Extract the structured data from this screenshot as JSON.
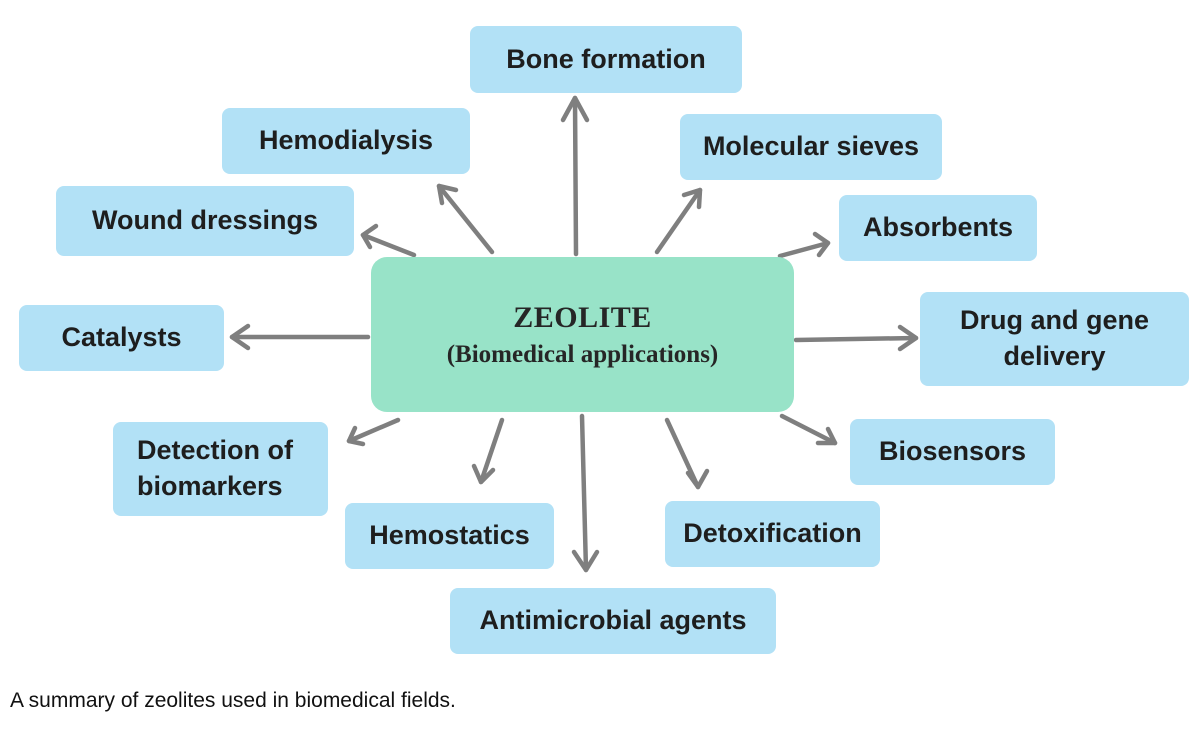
{
  "diagram": {
    "center": {
      "title": "ZEOLITE",
      "subtitle": "(Biomedical applications)"
    },
    "applications": {
      "bone_formation": "Bone formation",
      "hemodialysis": "Hemodialysis",
      "molecular_sieves": "Molecular sieves",
      "wound_dressings": "Wound dressings",
      "absorbents": "Absorbents",
      "catalysts": "Catalysts",
      "drug_and_gene_delivery": "Drug and gene delivery",
      "detection_of_biomarkers": "Detection of biomarkers",
      "biosensors": "Biosensors",
      "hemostatics": "Hemostatics",
      "detoxification": "Detoxification",
      "antimicrobial_agents": "Antimicrobial agents"
    },
    "colors": {
      "application_box": "#b2e1f6",
      "center_box": "#98e3c8",
      "arrow": "#7f7f7f",
      "text": "#1e1e1e"
    }
  },
  "caption": "A summary of zeolites used in biomedical fields."
}
